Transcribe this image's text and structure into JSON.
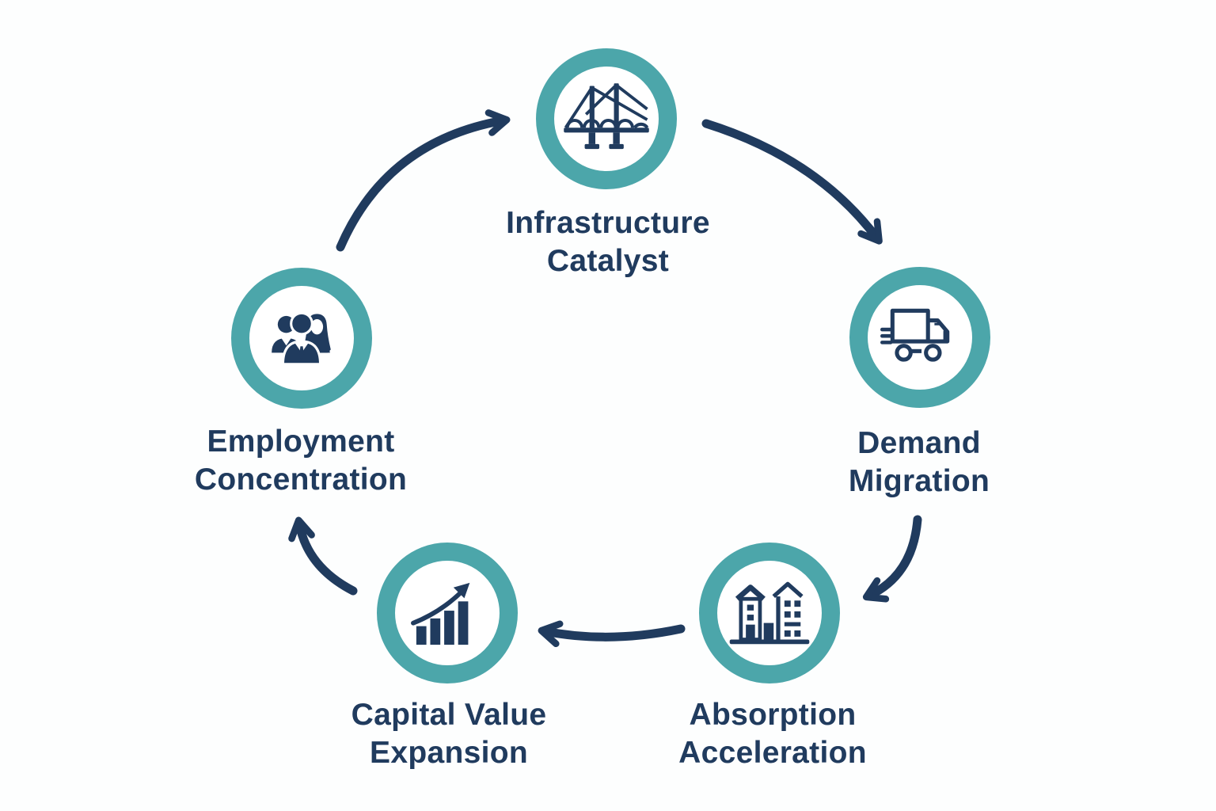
{
  "diagram": {
    "type": "cycle",
    "colors": {
      "ring_teal": "#4CA6AA",
      "navy": "#203B5E",
      "background": "#FDFEFE"
    },
    "nodes": [
      {
        "id": "infrastructure-catalyst",
        "lines": [
          "Infrastructure",
          "Catalyst"
        ],
        "icon": "bridge-icon"
      },
      {
        "id": "demand-migration",
        "lines": [
          "Demand",
          "Migration"
        ],
        "icon": "delivery-truck-icon"
      },
      {
        "id": "absorption-acceleration",
        "lines": [
          "Absorption",
          "Acceleration"
        ],
        "icon": "buildings-icon"
      },
      {
        "id": "capital-value-expansion",
        "lines": [
          "Capital Value",
          "Expansion"
        ],
        "icon": "growth-bars-icon"
      },
      {
        "id": "employment-concentration",
        "lines": [
          "Employment",
          "Concentration"
        ],
        "icon": "team-icon"
      }
    ],
    "flow": [
      {
        "from": "infrastructure-catalyst",
        "to": "demand-migration"
      },
      {
        "from": "demand-migration",
        "to": "absorption-acceleration"
      },
      {
        "from": "absorption-acceleration",
        "to": "capital-value-expansion"
      },
      {
        "from": "capital-value-expansion",
        "to": "employment-concentration"
      },
      {
        "from": "employment-concentration",
        "to": "infrastructure-catalyst"
      }
    ]
  }
}
